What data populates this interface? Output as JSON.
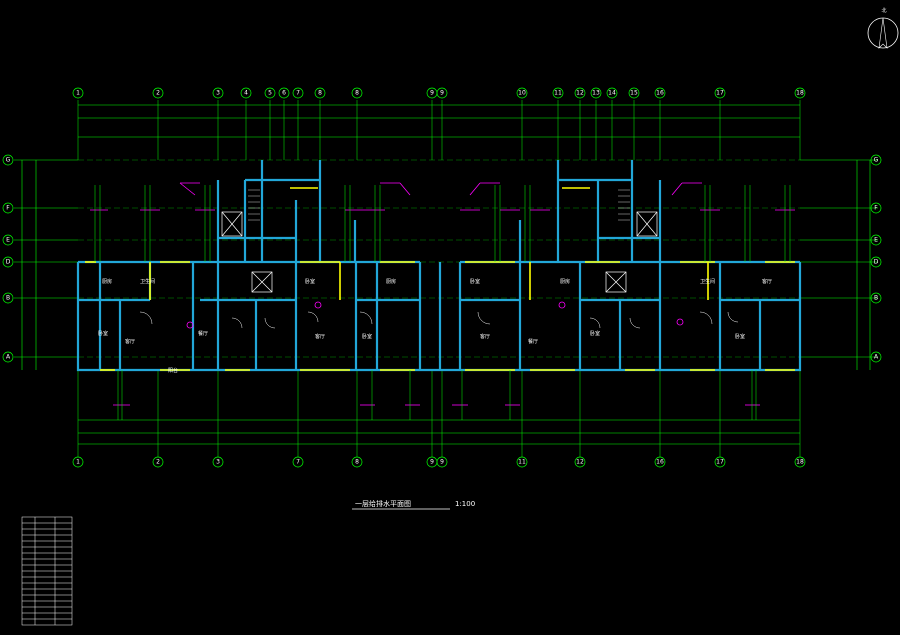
{
  "drawing": {
    "title": "一层给排水平面图",
    "scale": "1:100"
  },
  "north_arrow": {
    "symbol": "北"
  },
  "column_axes_top": [
    "1",
    "2",
    "3",
    "4",
    "5",
    "6",
    "7",
    "8",
    "8",
    "9",
    "9",
    "10",
    "11",
    "12",
    "13",
    "14",
    "15",
    "16",
    "17",
    "18"
  ],
  "column_axes_bottom": [
    "1",
    "2",
    "3",
    "7",
    "8",
    "9",
    "9",
    "11",
    "12",
    "16",
    "17",
    "18"
  ],
  "row_axes": [
    "G",
    "F",
    "E",
    "D",
    "B",
    "A"
  ],
  "room_labels": [
    "厨房",
    "卫生间",
    "卧室",
    "客厅",
    "餐厅",
    "阳台",
    "卧室",
    "客厅",
    "卧室",
    "厨房",
    "卧室",
    "客厅",
    "餐厅",
    "厨房",
    "卧室",
    "卫生间",
    "卧室",
    "客厅"
  ],
  "colors": {
    "background": "#000000",
    "axis_green": "#00ff00",
    "wall_cyan": "#22a7d8",
    "pipe_yellow": "#ffff00",
    "annotation_magenta": "#ff00ff",
    "room_white": "#ffffff",
    "dimension_green": "#00ff00"
  }
}
